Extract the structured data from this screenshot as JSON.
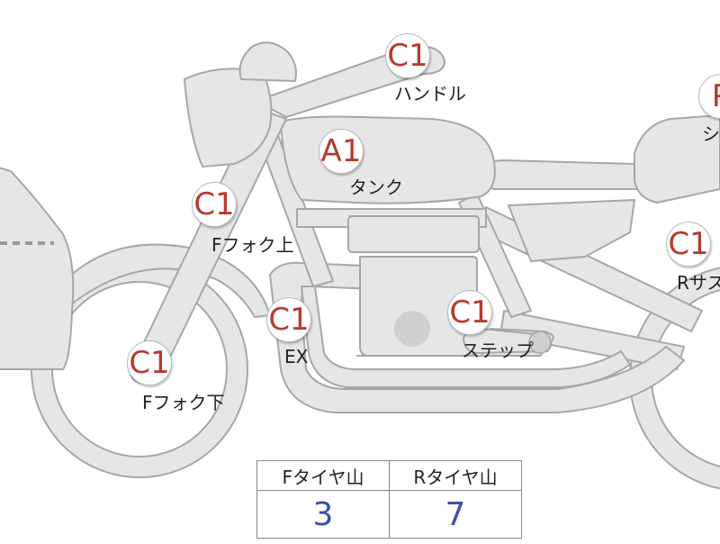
{
  "parts": [
    {
      "id": "handle",
      "grade": "C1",
      "label": "ハンドル"
    },
    {
      "id": "tank",
      "grade": "A1",
      "label": "タンク"
    },
    {
      "id": "ffork-upper",
      "grade": "C1",
      "label": "Fフォク上"
    },
    {
      "id": "exhaust",
      "grade": "C1",
      "label": "EX"
    },
    {
      "id": "step",
      "grade": "C1",
      "label": "ステップ"
    },
    {
      "id": "ffork-lower",
      "grade": "C1",
      "label": "Fフォク下"
    },
    {
      "id": "rsus",
      "grade": "C1",
      "label": "Rサス"
    },
    {
      "id": "seat",
      "grade": "P",
      "label": "シ"
    }
  ],
  "tire_table": {
    "headers": [
      "Fタイヤ山",
      "Rタイヤ山"
    ],
    "values": [
      "3",
      "7"
    ]
  },
  "colors": {
    "grade_text": "#b73a2e",
    "table_value": "#3b52a8",
    "bike_fill": "#e6e6e6",
    "bike_stroke": "#a3a8ad"
  }
}
